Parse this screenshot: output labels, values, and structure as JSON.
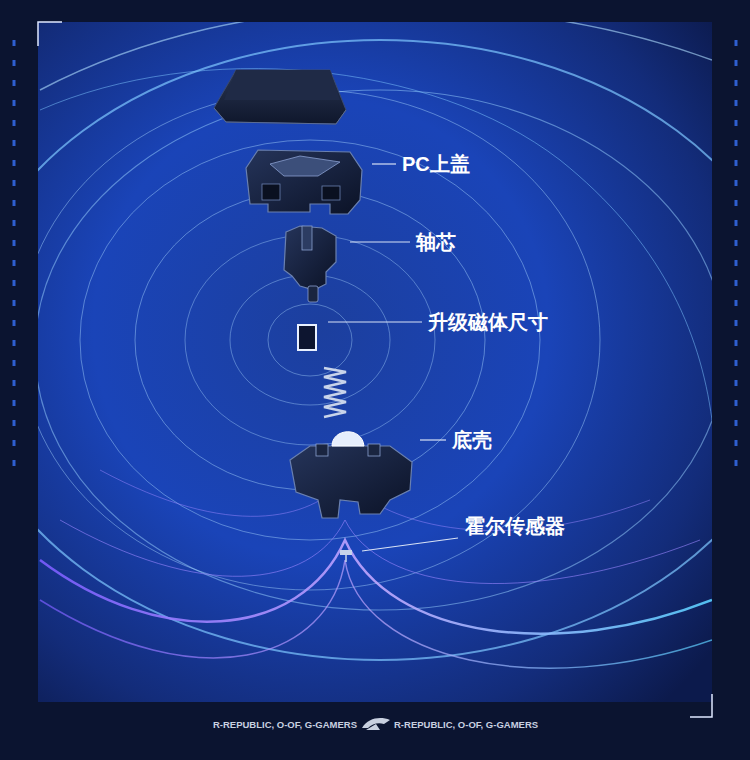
{
  "diagram": {
    "labels": [
      "PC上盖",
      "轴芯",
      "升级磁体尺寸",
      "底壳",
      "霍尔传感器",
      "R-REPUBLIC, O-OF, G-GAMERS",
      "R-REPUBLIC, O-OF, G-GAMERS"
    ]
  }
}
